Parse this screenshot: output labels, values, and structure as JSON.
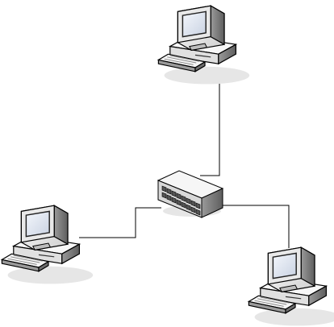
{
  "diagram": {
    "type": "network-topology",
    "background": "#ffffff",
    "line_color": "#000000",
    "nodes": [
      {
        "id": "switch",
        "kind": "network-switch",
        "port_count": 8
      },
      {
        "id": "pc-top",
        "kind": "desktop-computer"
      },
      {
        "id": "pc-left",
        "kind": "desktop-computer"
      },
      {
        "id": "pc-right",
        "kind": "desktop-computer"
      }
    ],
    "connections": [
      {
        "from": "switch",
        "to": "pc-top"
      },
      {
        "from": "switch",
        "to": "pc-left"
      },
      {
        "from": "switch",
        "to": "pc-right"
      }
    ],
    "colors": {
      "casing_light": "#f4f4f4",
      "casing_mid": "#d4d4d4",
      "casing_dark": "#8c8c8c",
      "screen": "#dfe6f2",
      "shadow": "#e3e3e3"
    }
  }
}
